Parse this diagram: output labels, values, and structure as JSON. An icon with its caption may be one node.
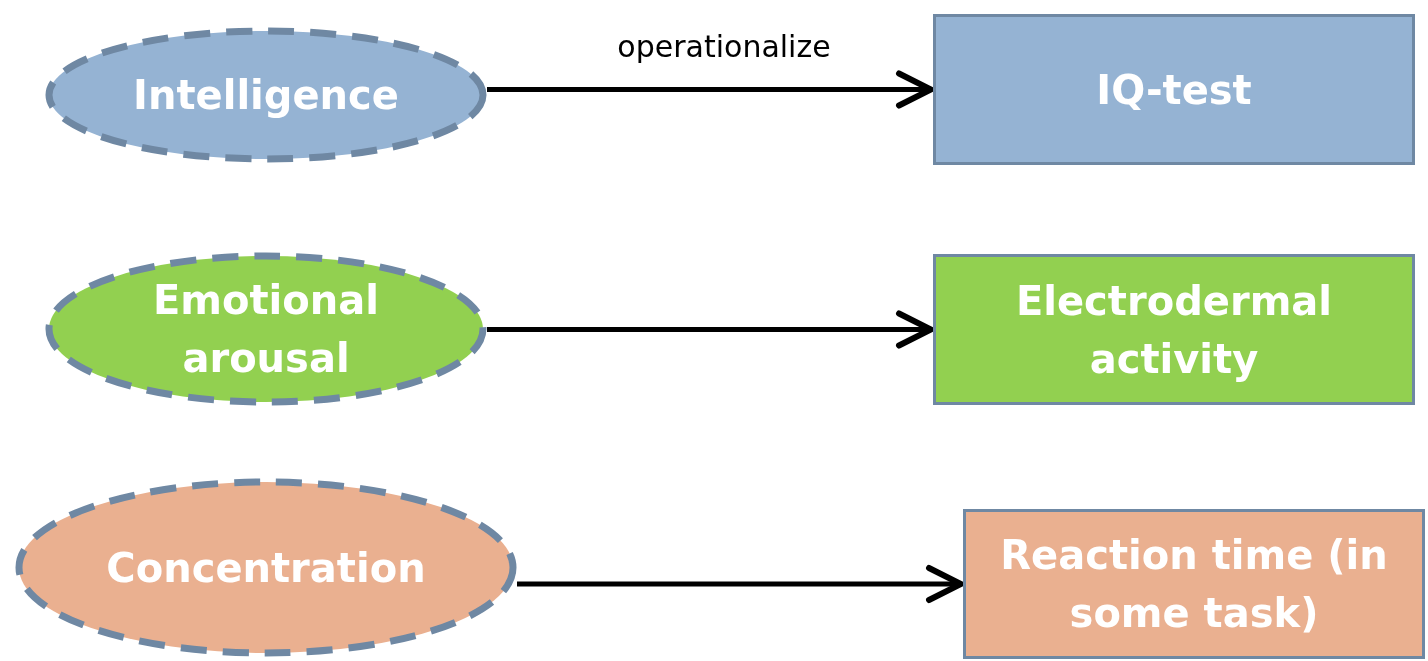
{
  "diagram": {
    "nodes": [
      {
        "text": [
          "Intelligence"
        ]
      },
      {
        "text": [
          "IQ-test"
        ]
      },
      {
        "text": [
          "Emotional arousal"
        ]
      },
      {
        "text": [
          "Electrodermal activity"
        ]
      },
      {
        "text": [
          "Concentration"
        ]
      },
      {
        "text": [
          "Reaction time (in some task)"
        ]
      }
    ],
    "edges": [
      {
        "from": 0,
        "to": 1,
        "arrow": "to",
        "label": "operationalize"
      },
      {
        "from": 2,
        "to": 3,
        "arrow": "to"
      },
      {
        "from": 4,
        "to": 5,
        "arrow": "to"
      }
    ]
  }
}
